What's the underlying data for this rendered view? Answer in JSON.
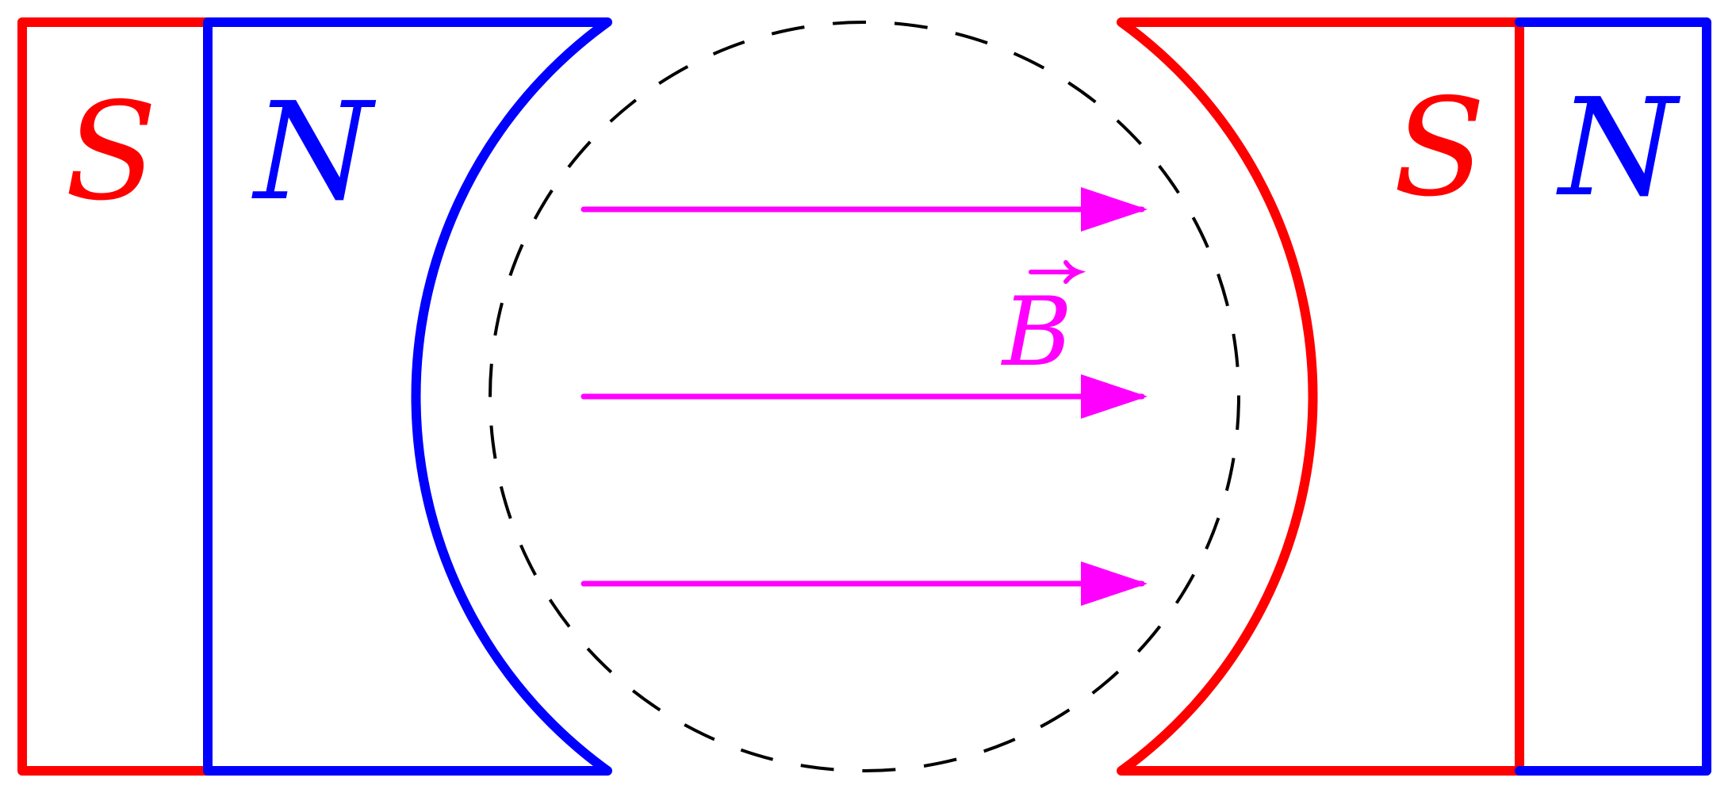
{
  "colors": {
    "south_pole": "#ff0000",
    "north_pole": "#0000ff",
    "field_lines": "#ff00ff",
    "dashed_circle": "#000000",
    "background": "#ffffff"
  },
  "left_magnet": {
    "south_label": "S",
    "north_label": "N"
  },
  "right_magnet": {
    "south_label": "S",
    "north_label": "N"
  },
  "field": {
    "label": "B",
    "arrow_count": 3,
    "direction": "left-to-right"
  },
  "region": {
    "boundary_style": "dashed circle"
  }
}
